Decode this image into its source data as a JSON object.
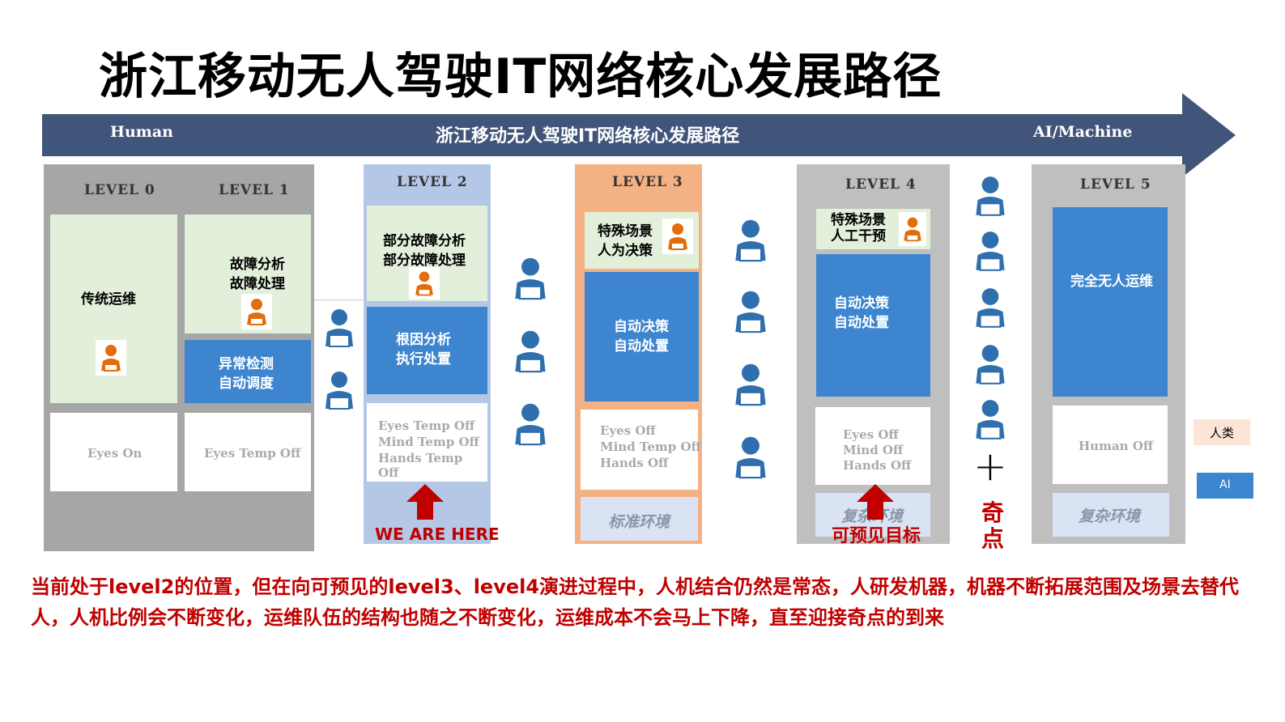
{
  "title": "浙江移动无人驾驶IT网络核心发展路径",
  "arrow": {
    "left_label": "Human",
    "center_label": "浙江移动无人驾驶IT网络核心发展路径",
    "right_label": "AI/Machine"
  },
  "level0": {
    "label": "LEVEL 0",
    "box": "传统运维",
    "eyes": "Eyes On"
  },
  "level1": {
    "label": "LEVEL 1",
    "box1_line1": "故障分析",
    "box1_line2": "故障处理",
    "box2_line1": "异常检测",
    "box2_line2": "自动调度",
    "eyes": "Eyes Temp Off"
  },
  "level2": {
    "label": "LEVEL 2",
    "box1_line1": "部分故障分析",
    "box1_line2": "部分故障处理",
    "box2_line1": "根因分析",
    "box2_line2": "执行处置",
    "eyes_line1": "Eyes Temp Off",
    "eyes_line2": "Mind Temp Off",
    "eyes_line3": "Hands Temp",
    "eyes_line4": "Off",
    "marker": "WE ARE HERE"
  },
  "level3": {
    "label": "LEVEL 3",
    "box1_line1": "特殊场景",
    "box1_line2": "人为决策",
    "box2_line1": "自动决策",
    "box2_line2": "自动处置",
    "eyes_line1": "Eyes  Off",
    "eyes_line2": "Mind Temp Off",
    "eyes_line3": "Hands Off",
    "env": "标准环境"
  },
  "level4": {
    "label": "LEVEL 4",
    "box1_line1": "特殊场景",
    "box1_line2": "人工干预",
    "box2_line1": "自动决策",
    "box2_line2": "自动处置",
    "eyes_line1": "Eyes  Off",
    "eyes_line2": "Mind Off",
    "eyes_line3": "Hands Off",
    "env": "复杂环境",
    "marker": "可预见目标"
  },
  "level5": {
    "label": "LEVEL 5",
    "box": "完全无人运维",
    "eyes": "Human Off",
    "env": "复杂环境"
  },
  "singularity": {
    "plus": "+",
    "line1": "奇",
    "line2": "点"
  },
  "legend": {
    "human": "人类",
    "ai": "AI",
    "human_color": "#fbe5d6",
    "ai_color": "#3d86cf"
  },
  "colors": {
    "arrow": "#41557a",
    "level2_bg": "#b4c7e7",
    "level3_bg": "#f4b183",
    "grey_bg": "#a6a6a6",
    "red": "#c00000"
  },
  "bottom_text": "当前处于level2的位置，但在向可预见的level3、level4演进过程中，人机结合仍然是常态，人研发机器，机器不断拓展范围及场景去替代人，人机比例会不断变化，运维队伍的结构也随之不断变化，运维成本不会马上下降，直至迎接奇点的到来"
}
